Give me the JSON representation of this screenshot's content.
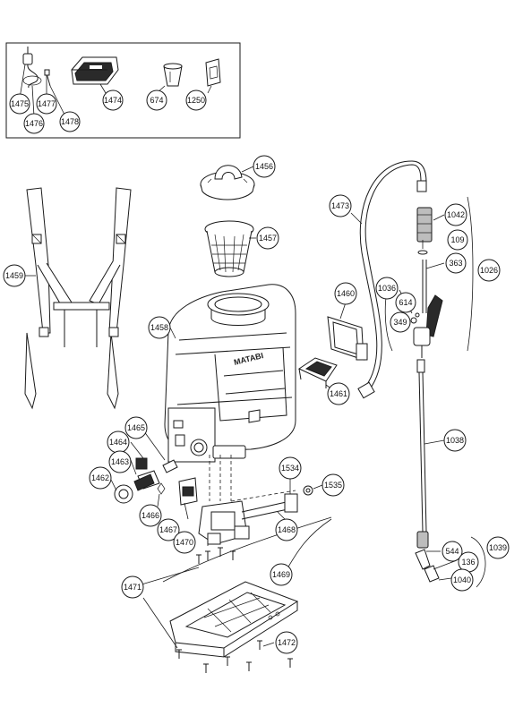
{
  "diagram": {
    "brand_label": "MATABI",
    "callouts": [
      {
        "id": "c1475",
        "label": "1475"
      },
      {
        "id": "c1477",
        "label": "1477"
      },
      {
        "id": "c1476",
        "label": "1476"
      },
      {
        "id": "c1478",
        "label": "1478"
      },
      {
        "id": "c1474",
        "label": "1474"
      },
      {
        "id": "c674",
        "label": "674"
      },
      {
        "id": "c1250",
        "label": "1250"
      },
      {
        "id": "c1456",
        "label": "1456"
      },
      {
        "id": "c1457",
        "label": "1457"
      },
      {
        "id": "c1459",
        "label": "1459"
      },
      {
        "id": "c1458",
        "label": "1458"
      },
      {
        "id": "c1460",
        "label": "1460"
      },
      {
        "id": "c1461",
        "label": "1461"
      },
      {
        "id": "c1473",
        "label": "1473"
      },
      {
        "id": "c1042",
        "label": "1042"
      },
      {
        "id": "c109",
        "label": "109"
      },
      {
        "id": "c363",
        "label": "363"
      },
      {
        "id": "c1026",
        "label": "1026"
      },
      {
        "id": "c1036",
        "label": "1036"
      },
      {
        "id": "c614",
        "label": "614"
      },
      {
        "id": "c349",
        "label": "349"
      },
      {
        "id": "c1038",
        "label": "1038"
      },
      {
        "id": "c1465",
        "label": "1465"
      },
      {
        "id": "c1464",
        "label": "1464"
      },
      {
        "id": "c1463",
        "label": "1463"
      },
      {
        "id": "c1462",
        "label": "1462"
      },
      {
        "id": "c1466",
        "label": "1466"
      },
      {
        "id": "c1467",
        "label": "1467"
      },
      {
        "id": "c1470",
        "label": "1470"
      },
      {
        "id": "c1534",
        "label": "1534"
      },
      {
        "id": "c1535",
        "label": "1535"
      },
      {
        "id": "c1468",
        "label": "1468"
      },
      {
        "id": "c1469",
        "label": "1469"
      },
      {
        "id": "c1471",
        "label": "1471"
      },
      {
        "id": "c1472",
        "label": "1472"
      },
      {
        "id": "c544",
        "label": "544"
      },
      {
        "id": "c136",
        "label": "136"
      },
      {
        "id": "c1039",
        "label": "1039"
      },
      {
        "id": "c1040",
        "label": "1040"
      }
    ]
  }
}
